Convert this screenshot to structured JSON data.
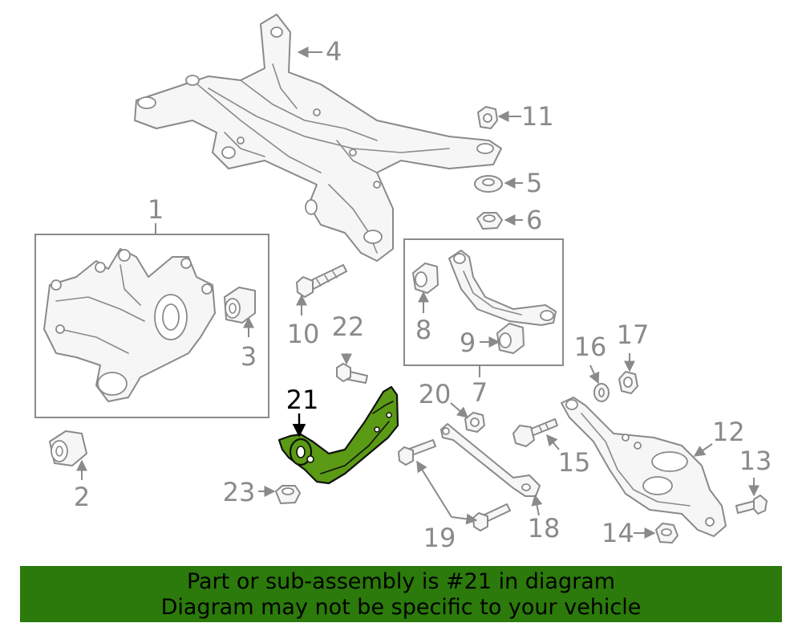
{
  "callouts": {
    "n1": "1",
    "n2": "2",
    "n3": "3",
    "n4": "4",
    "n5": "5",
    "n6": "6",
    "n7": "7",
    "n8": "8",
    "n9": "9",
    "n10": "10",
    "n11": "11",
    "n12": "12",
    "n13": "13",
    "n14": "14",
    "n15": "15",
    "n16": "16",
    "n17": "17",
    "n18": "18",
    "n19": "19",
    "n20": "20",
    "n21": "21",
    "n22": "22",
    "n23": "23"
  },
  "highlight": {
    "part": "21",
    "color": "#5a9a14"
  },
  "banner": {
    "line1": "Part or sub-assembly is #21 in diagram",
    "line2": "Diagram may not be specific to your vehicle",
    "color": "#2b7a0b"
  }
}
